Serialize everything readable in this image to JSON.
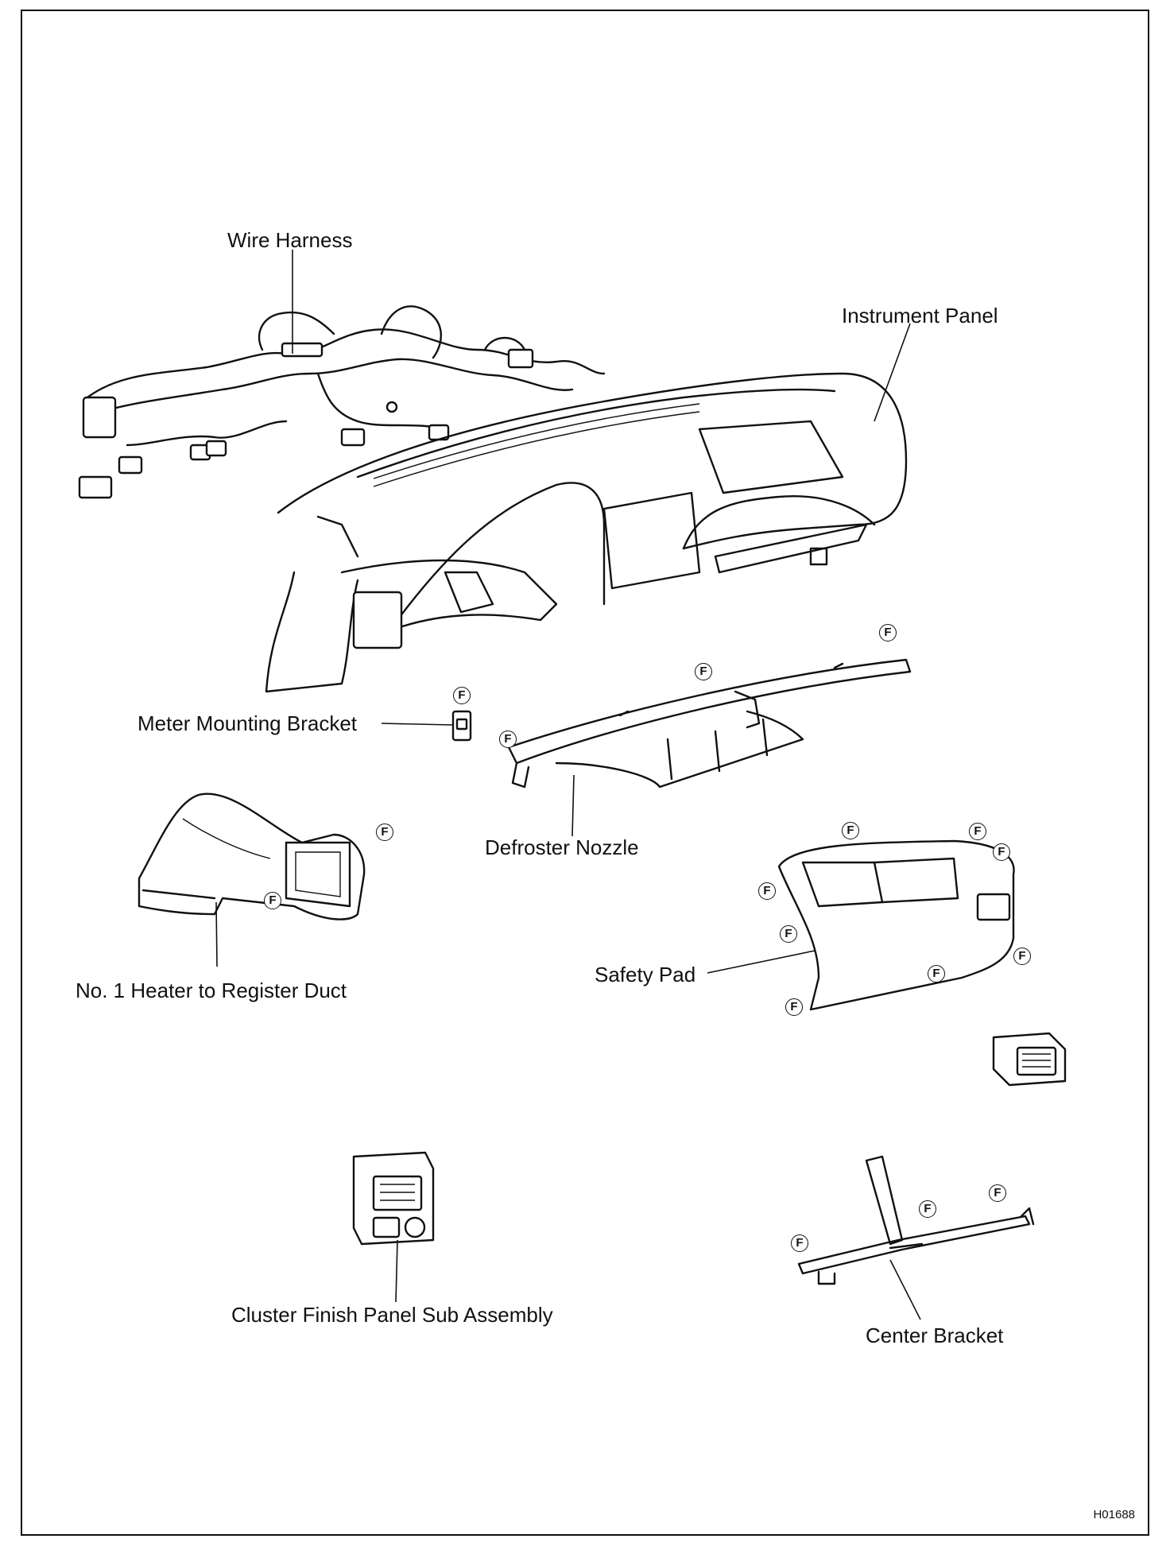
{
  "labels": {
    "wire_harness": "Wire Harness",
    "instrument_panel": "Instrument Panel",
    "meter_mounting_bracket": "Meter Mounting Bracket",
    "defroster_nozzle": "Defroster Nozzle",
    "heater_duct": "No. 1 Heater to Register Duct",
    "safety_pad": "Safety Pad",
    "cluster_finish_panel": "Cluster Finish Panel Sub Assembly",
    "center_bracket": "Center Bracket"
  },
  "fastener_mark": "F",
  "figure_code": "H01688"
}
